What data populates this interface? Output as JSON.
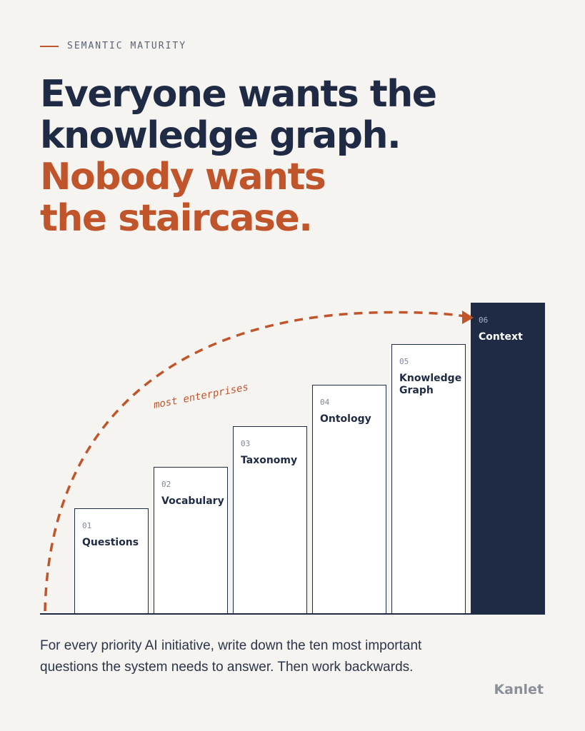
{
  "kicker": "SEMANTIC MATURITY",
  "headline": {
    "line1": "Everyone wants the",
    "line2": "knowledge graph.",
    "line3": "Nobody wants",
    "line4": "the staircase."
  },
  "arc_label": "most enterprises",
  "steps": [
    {
      "num": "01",
      "label": "Questions"
    },
    {
      "num": "02",
      "label": "Vocabulary"
    },
    {
      "num": "03",
      "label": "Taxonomy"
    },
    {
      "num": "04",
      "label": "Ontology"
    },
    {
      "num": "05",
      "label": "Knowledge Graph"
    },
    {
      "num": "06",
      "label": "Context"
    }
  ],
  "caption": "For every priority AI initiative, write down the ten most important questions the system needs to answer. Then work backwards.",
  "brand": "Kanlet",
  "colors": {
    "navy": "#1f2a44",
    "accent": "#c0552b",
    "background": "#f6f4f1"
  }
}
